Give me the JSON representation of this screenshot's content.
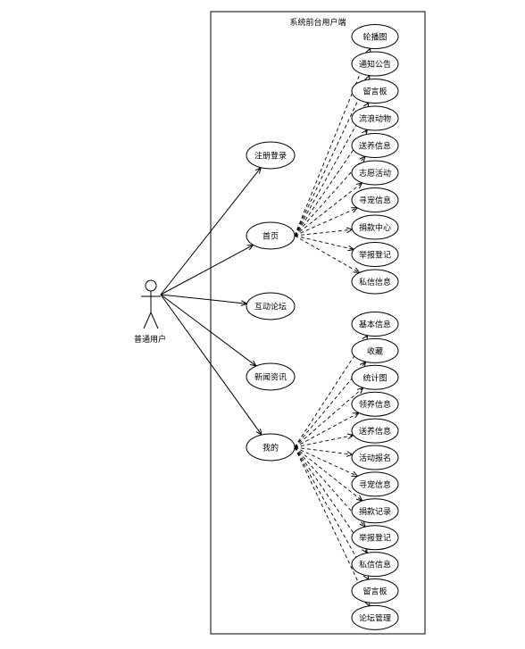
{
  "system": {
    "title": "系统前台用户端"
  },
  "actor": {
    "label": "普通用户"
  },
  "main_cases": {
    "register": "注册登录",
    "home": "首页",
    "forum": "互动论坛",
    "news": "新闻资讯",
    "mine": "我的"
  },
  "home_cases": [
    "轮播图",
    "通知公告",
    "留言板",
    "流浪动物",
    "送养信息",
    "志愿活动",
    "寻宠信息",
    "捐款中心",
    "举报登记",
    "私信信息"
  ],
  "mine_cases": [
    "基本信息",
    "收藏",
    "统计图",
    "领养信息",
    "送养信息",
    "活动报名",
    "寻宠信息",
    "捐款记录",
    "举报登记",
    "私信信息",
    "留言板",
    "论坛管理"
  ]
}
